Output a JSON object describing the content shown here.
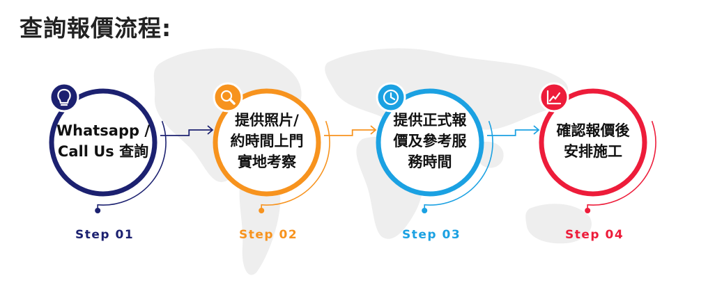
{
  "title": "查詢報價流程:",
  "steps": [
    {
      "text": "Whatsapp /\nCall Us 查詢",
      "label": "Step 01",
      "color": "#1c2170",
      "icon": "lightbulb-icon"
    },
    {
      "text": "提供照片/\n約時間上門\n實地考察",
      "label": "Step 02",
      "color": "#f7931e",
      "icon": "search-icon"
    },
    {
      "text": "提供正式報\n價及參考服\n務時間",
      "label": "Step 03",
      "color": "#1ba1e2",
      "icon": "clock-icon"
    },
    {
      "text": "確認報價後\n安排施工",
      "label": "Step 04",
      "color": "#ed1c3a",
      "icon": "chart-up-icon"
    }
  ]
}
